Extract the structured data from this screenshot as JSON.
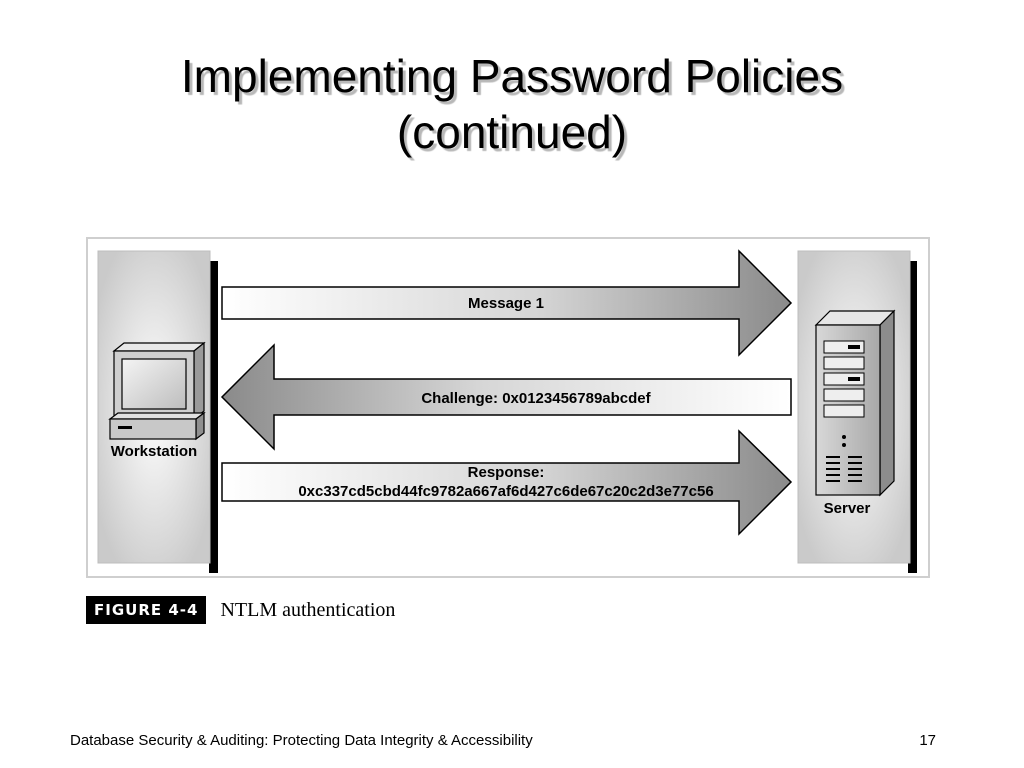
{
  "slide": {
    "title_line1": "Implementing Password Policies",
    "title_line2": "(continued)"
  },
  "diagram": {
    "workstation_label": "Workstation",
    "server_label": "Server",
    "arrows": [
      {
        "direction": "right",
        "label_line1": "Message 1",
        "label_line2": ""
      },
      {
        "direction": "left",
        "label_line1": "Challenge:  0x0123456789abcdef",
        "label_line2": ""
      },
      {
        "direction": "right",
        "label_line1": "Response:",
        "label_line2": "0xc337cd5cbd44fc9782a667af6d427c6de67c20c2d3e77c56"
      }
    ]
  },
  "figure": {
    "label": "FIGURE 4-4",
    "caption": "NTLM authentication"
  },
  "footer": {
    "course_title": "Database Security & Auditing: Protecting Data Integrity & Accessibility",
    "page_number": "17"
  },
  "colors": {
    "title_shadow": "#b8b8b8",
    "panel_shadow": "#000000",
    "arrow_fill_light": "#ffffff",
    "arrow_fill_dark": "#8a8a8a"
  }
}
